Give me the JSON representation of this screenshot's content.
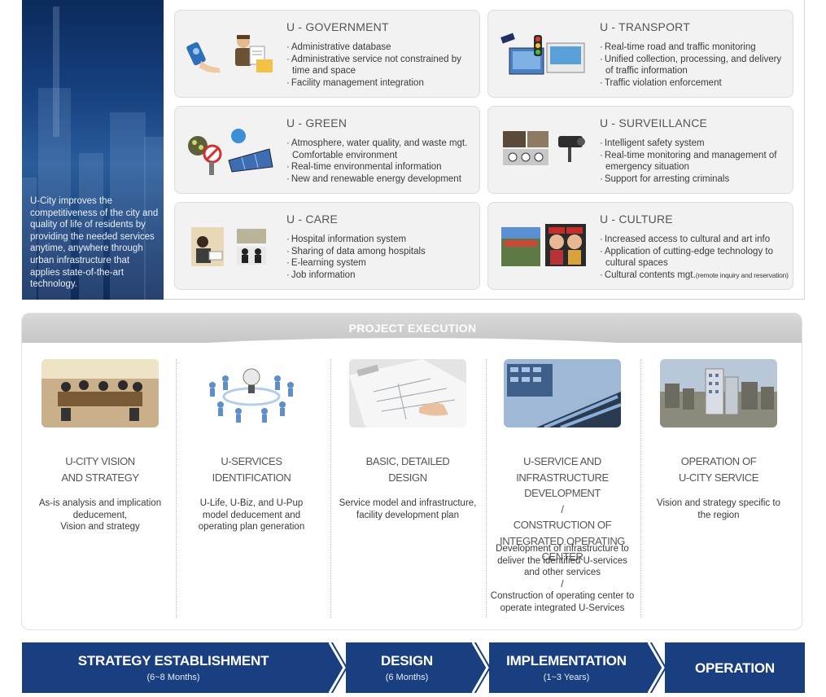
{
  "intro_text": "U-City improves the competitiveness of the city and quality of life of residents by providing the needed services anytime, anywhere through urban infrastructure that applies state-of-the-art technology.",
  "services": [
    {
      "title": "U - GOVERNMENT",
      "items": [
        "Administrative database",
        "Administrative service not constrained by time and space",
        "Facility management integration"
      ]
    },
    {
      "title": "U - TRANSPORT",
      "items": [
        "Real-time road and traffic monitoring",
        "Unified collection, processing, and delivery of traffic information",
        "Traffic violation enforcement"
      ]
    },
    {
      "title": "U - GREEN",
      "items": [
        "Atmosphere, water quality, and waste mgt. Comfortable environment",
        "Real-time environmental information",
        "New and renewable energy development"
      ]
    },
    {
      "title": "U - SURVEILLANCE",
      "items": [
        "Intelligent safety system",
        "Real-time monitoring and management of emergency situation",
        "Support for arresting criminals"
      ]
    },
    {
      "title": "U - CARE",
      "items": [
        "Hospital information system",
        "Sharing of data among hospitals",
        "E-learning system",
        "Job information"
      ]
    },
    {
      "title": "U - CULTURE",
      "items": [
        "Increased access to cultural and art info",
        "Application of cutting-edge technology to cultural spaces",
        "Cultural contents mgt."
      ],
      "item_note": "(remote inquiry and reservation)"
    }
  ],
  "project_execution": {
    "title": "PROJECT EXECUTION",
    "steps": [
      {
        "name1": "U-CITY VISION",
        "name2": "AND STRATEGY",
        "desc": [
          "As-is analysis and implication",
          "deducement,",
          "Vision and strategy"
        ]
      },
      {
        "name1": "U-SERVICES",
        "name2": "IDENTIFICATION",
        "desc": [
          "U-Life, U-Biz, and U-Pup",
          "model deducement and",
          "operating plan generation"
        ]
      },
      {
        "name1": "BASIC, DETAILED",
        "name2": "DESIGN",
        "desc": [
          "Service model and infrastructure,",
          "facility development plan"
        ]
      },
      {
        "name1": "U-SERVICE AND",
        "name2": "INFRASTRUCTURE DEVELOPMENT",
        "sep": "/",
        "name3": "CONSTRUCTION OF",
        "name4": "INTEGRATED OPERATING CENTER",
        "desc": [
          "Development of infrastructure to",
          "deliver the identified U-services",
          "and other services",
          "/",
          "Construction of operating center to",
          "operate integrated U-Services"
        ]
      },
      {
        "name1": "OPERATION OF",
        "name2": "U-CITY SERVICE",
        "desc": [
          "Vision and strategy specific to",
          "the region"
        ]
      }
    ]
  },
  "phases": [
    {
      "title": "STRATEGY ESTABLISHMENT",
      "duration": "(6~8 Months)"
    },
    {
      "title": "DESIGN",
      "duration": "(6 Months)"
    },
    {
      "title": "IMPLEMENTATION",
      "duration": "(1~3 Years)"
    },
    {
      "title": "OPERATION",
      "duration": ""
    }
  ],
  "colors": {
    "navy": "#1a3f80",
    "panel": "#f2f2f2",
    "header_gray": "#c9c9c9"
  }
}
